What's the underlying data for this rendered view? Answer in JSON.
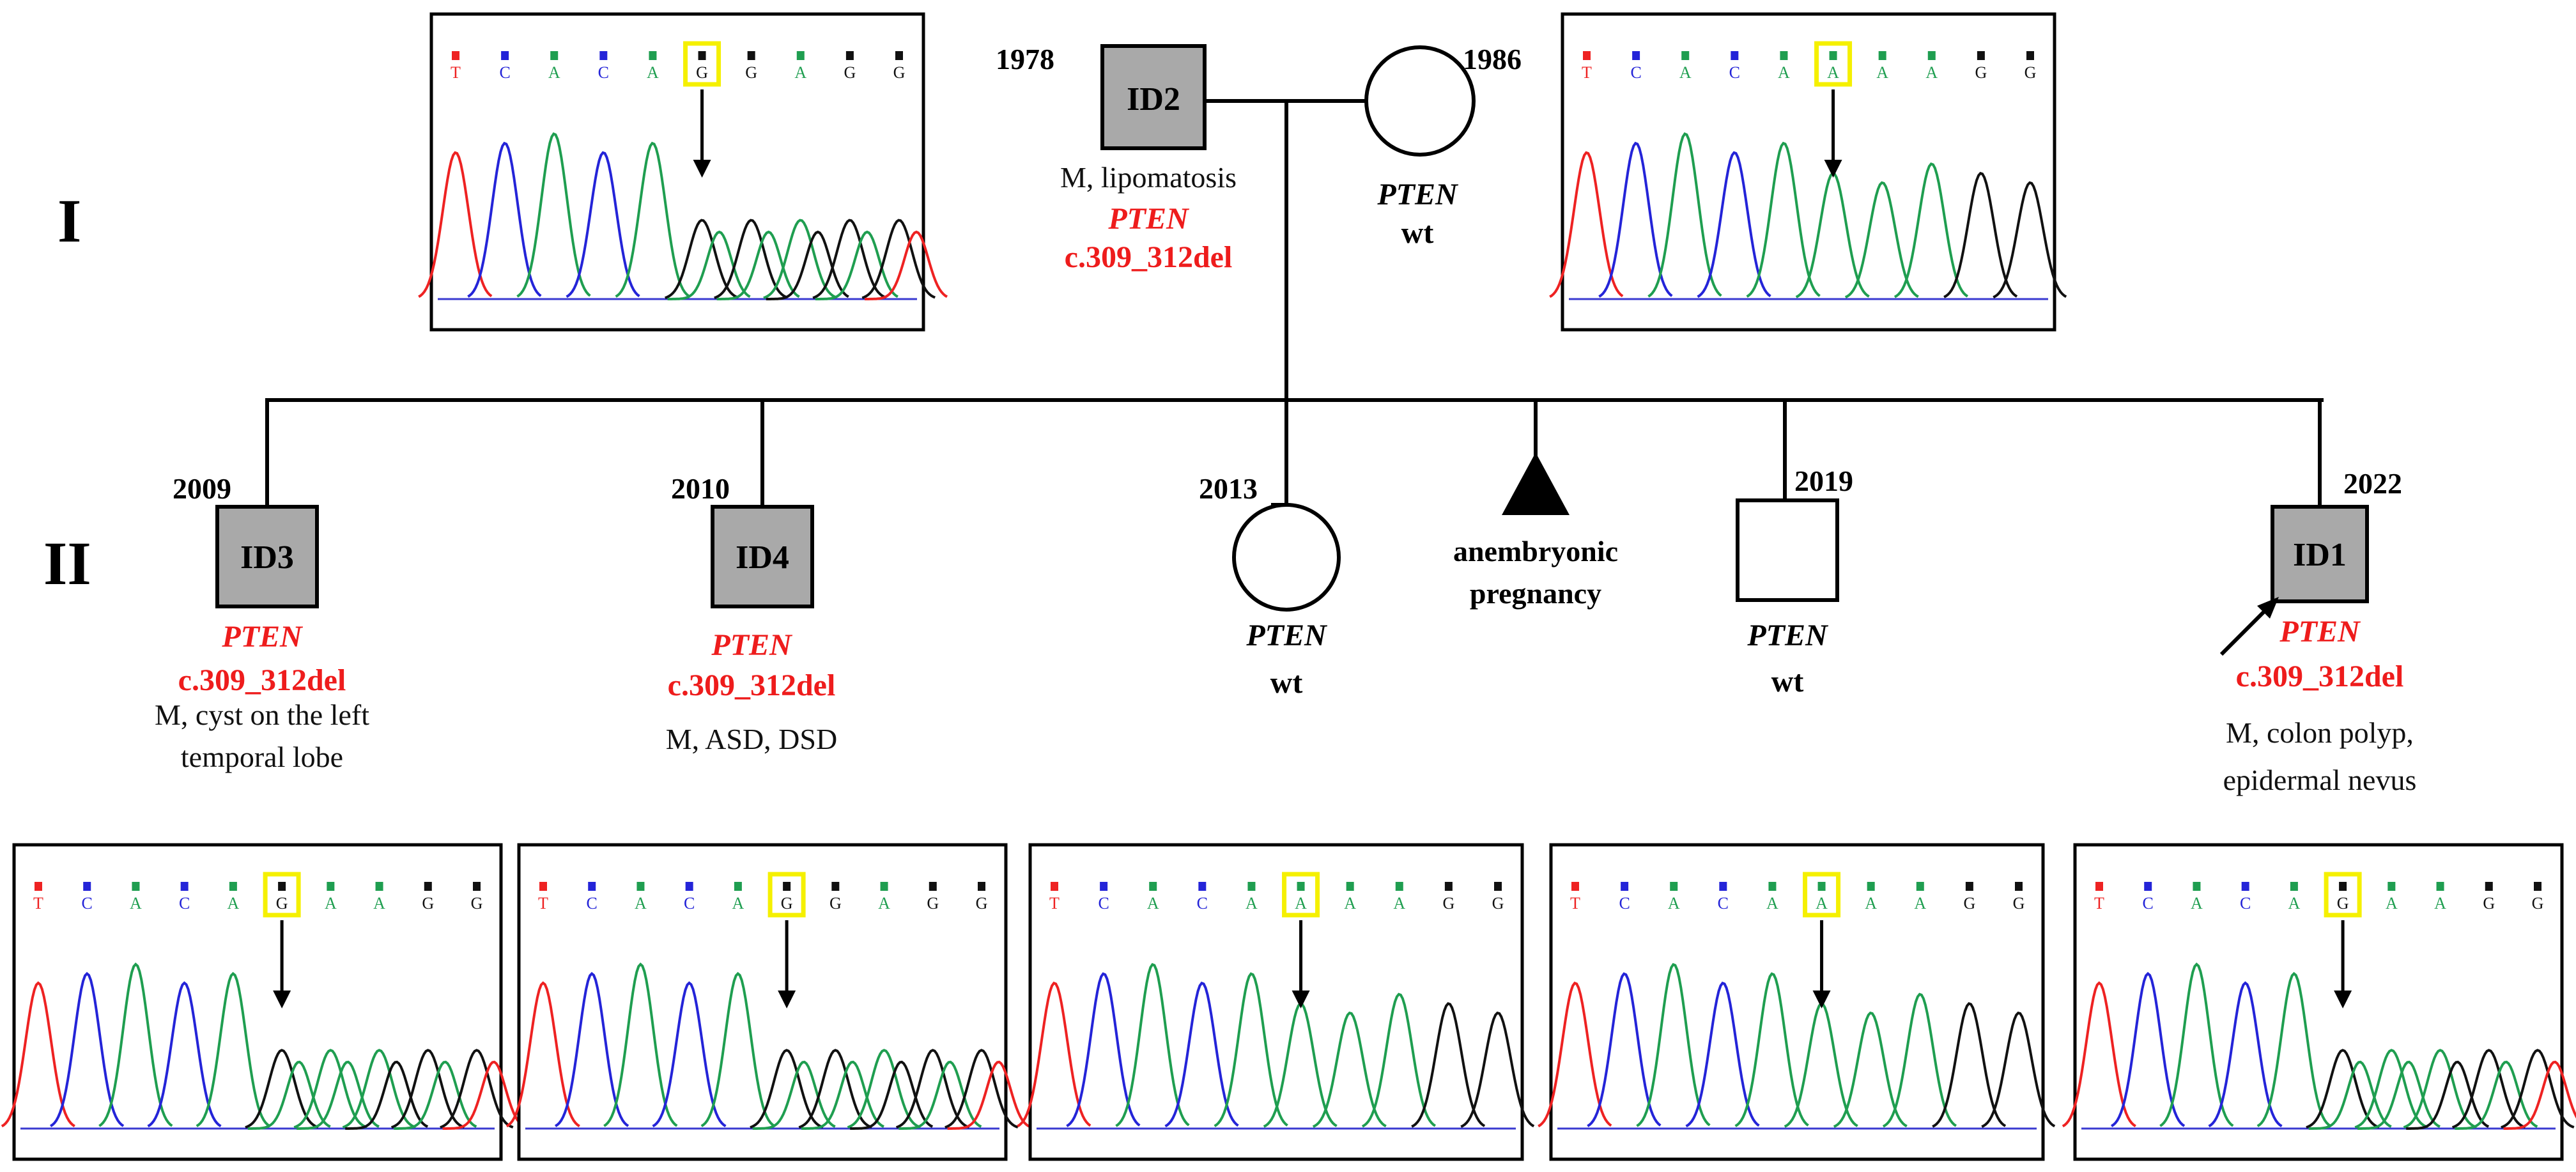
{
  "generations": [
    "I",
    "II"
  ],
  "colors": {
    "A": "#1f9e50",
    "C": "#2424d8",
    "G": "#111111",
    "T": "#ee2222",
    "highlight": "#f5f000",
    "mutation_text": "#ee1c1c"
  },
  "individuals": [
    {
      "id": "ID2",
      "label": "ID2",
      "sex": "male",
      "affected": true,
      "year": "1978",
      "gene": "PTEN",
      "variant": "c.309_312del",
      "phenotype": [
        "M, lipomatosis"
      ]
    },
    {
      "id": "mother",
      "label": "",
      "sex": "female",
      "affected": false,
      "year": "1986",
      "gene": "PTEN",
      "variant": "wt",
      "phenotype": []
    },
    {
      "id": "ID3",
      "label": "ID3",
      "sex": "male",
      "affected": true,
      "year": "2009",
      "gene": "PTEN",
      "variant": "c.309_312del",
      "phenotype": [
        "M, cyst on the left",
        "temporal lobe"
      ]
    },
    {
      "id": "ID4",
      "label": "ID4",
      "sex": "male",
      "affected": true,
      "year": "2010",
      "gene": "PTEN",
      "variant": "c.309_312del",
      "phenotype": [
        "M, ASD, DSD"
      ]
    },
    {
      "id": "daughter",
      "label": "",
      "sex": "female",
      "affected": false,
      "year": "2013",
      "gene": "PTEN",
      "variant": "wt",
      "phenotype": []
    },
    {
      "id": "pregnancy",
      "label": "",
      "sex": "pregnancy-loss",
      "affected": false,
      "year": "",
      "gene": "",
      "variant": "",
      "phenotype": [
        "anembryonic",
        "pregnancy"
      ]
    },
    {
      "id": "son2019",
      "label": "",
      "sex": "male",
      "affected": false,
      "year": "2019",
      "gene": "PTEN",
      "variant": "wt",
      "phenotype": []
    },
    {
      "id": "ID1",
      "label": "ID1",
      "sex": "male",
      "affected": true,
      "year": "2022",
      "gene": "PTEN",
      "variant": "c.309_312del",
      "phenotype": [
        "M, colon polyp,",
        "epidermal nevus"
      ],
      "proband": true
    }
  ],
  "chromatograms": [
    {
      "id": "ID2",
      "bases": [
        "T",
        "C",
        "A",
        "C",
        "A",
        "G",
        "G",
        "A",
        "G",
        "G"
      ],
      "highlight": 5
    },
    {
      "id": "mother",
      "bases": [
        "T",
        "C",
        "A",
        "C",
        "A",
        "A",
        "A",
        "A",
        "G",
        "G"
      ],
      "highlight": 5
    },
    {
      "id": "ID3",
      "bases": [
        "T",
        "C",
        "A",
        "C",
        "A",
        "G",
        "A",
        "A",
        "G",
        "G"
      ],
      "highlight": 5
    },
    {
      "id": "ID4",
      "bases": [
        "T",
        "C",
        "A",
        "C",
        "A",
        "G",
        "G",
        "A",
        "G",
        "G"
      ],
      "highlight": 5
    },
    {
      "id": "daughter",
      "bases": [
        "T",
        "C",
        "A",
        "C",
        "A",
        "A",
        "A",
        "A",
        "G",
        "G"
      ],
      "highlight": 5
    },
    {
      "id": "son2019",
      "bases": [
        "T",
        "C",
        "A",
        "C",
        "A",
        "A",
        "A",
        "A",
        "G",
        "G"
      ],
      "highlight": 5
    },
    {
      "id": "ID1",
      "bases": [
        "T",
        "C",
        "A",
        "C",
        "A",
        "G",
        "A",
        "A",
        "G",
        "G"
      ],
      "highlight": 5
    }
  ]
}
